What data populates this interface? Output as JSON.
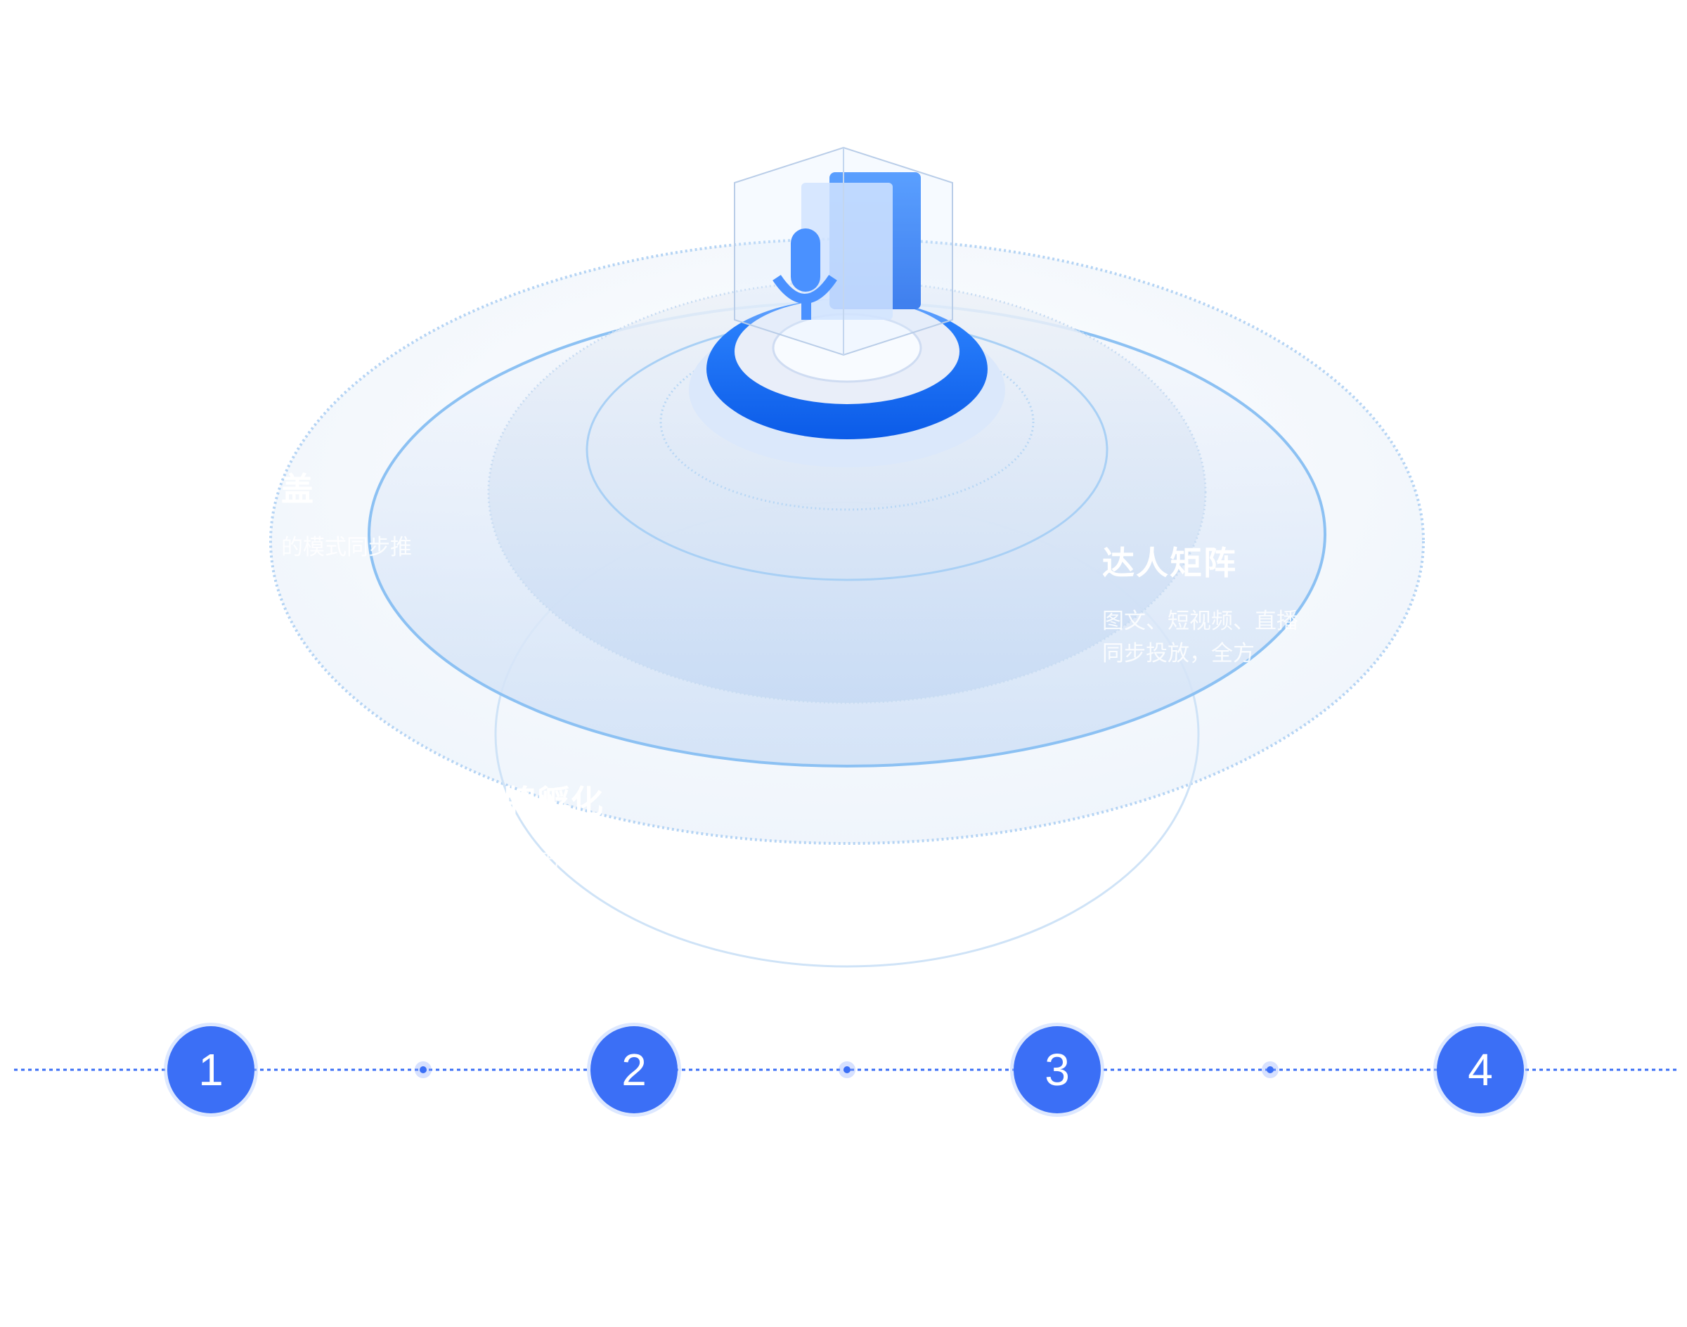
{
  "hero": {
    "labels": [
      {
        "id": "top-left",
        "title": "盖",
        "desc": [
          "的模式同步推"
        ]
      },
      {
        "id": "right",
        "title": "达人矩阵",
        "desc": [
          "图文、短视频、直播",
          "同步投放，全方"
        ]
      },
      {
        "id": "bottom",
        "title": "品牌孵化",
        "desc": [
          "方案规划，品牌突破，爆款打造"
        ]
      }
    ],
    "colors": {
      "accent": "#3b6ff6",
      "ring": "#9cc8f5",
      "icon_blue": "#1f6fff"
    }
  },
  "steps": {
    "items": [
      {
        "number": "1"
      },
      {
        "number": "2"
      },
      {
        "number": "3"
      },
      {
        "number": "4"
      }
    ],
    "connector_color": "#3b6ff6"
  }
}
